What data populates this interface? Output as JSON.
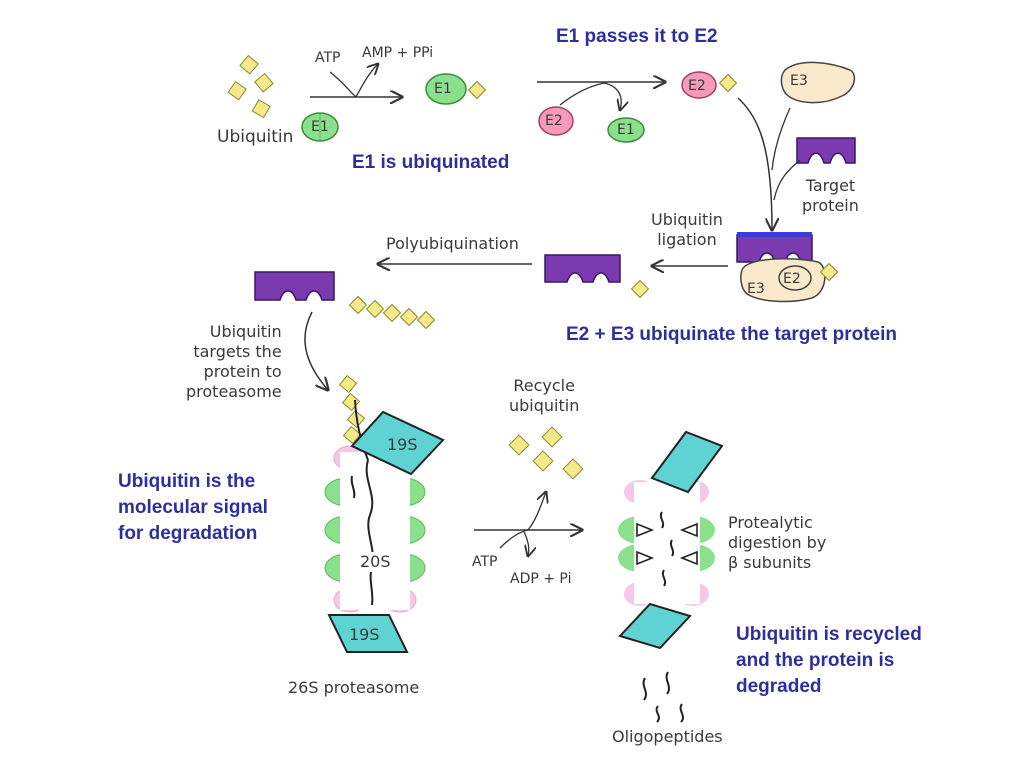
{
  "colors": {
    "ubiquitin": "#f4ea8a",
    "e1": "#8be08b",
    "e2": "#f59ab8",
    "e3": "#fbe9cc",
    "target": "#7b3ab0",
    "proteasome_cap": "#5fd3d3",
    "proteasome_core": "#f7c8e6",
    "note": "#2e2f9c",
    "arrow": "#333333"
  },
  "labels": {
    "ubiquitin": "Ubiquitin",
    "atp_top": "ATP",
    "amp_ppi": "AMP + PPi",
    "e1": "E1",
    "e2": "E2",
    "e3": "E3",
    "target_protein": "Target\nprotein",
    "ubiquitin_ligation": "Ubiquitin\nligation",
    "polyubiquination": "Polyubiquination",
    "ubiquitin_targets": "Ubiquitin\ntargets the\nprotein to\nproteasome",
    "recycle_ubiquitin": "Recycle\nubiquitin",
    "cap_19s": "19S",
    "core_20s": "20S",
    "atp_bottom": "ATP",
    "adp_pi": "ADP + Pi",
    "proteolytic_digestion": "Protealytic\ndigestion by\nβ subunits",
    "proteasome_26s": "26S proteasome",
    "oligopeptides": "Oligopeptides"
  },
  "notes": {
    "e1_passes": "E1 passes it to E2",
    "e1_ubiquinated": "E1 is ubiquinated",
    "e2_e3": "E2 + E3 ubiquinate the target protein",
    "signal": "Ubiquitin is the\nmolecular signal\nfor degradation",
    "recycled": "Ubiquitin is recycled\nand the protein is\ndegraded"
  }
}
